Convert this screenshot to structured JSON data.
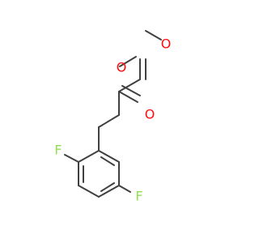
{
  "diagram": {
    "atoms": {
      "ester_oxygen": "O",
      "carbonyl_oxygen_top": "O",
      "ketone_oxygen": "O",
      "fluorine_left": "F",
      "fluorine_bottom": "F"
    },
    "colors": {
      "bond": "#404040",
      "oxygen": "#ff0d0d",
      "fluorine": "#90e050",
      "background": "#ffffff"
    }
  }
}
